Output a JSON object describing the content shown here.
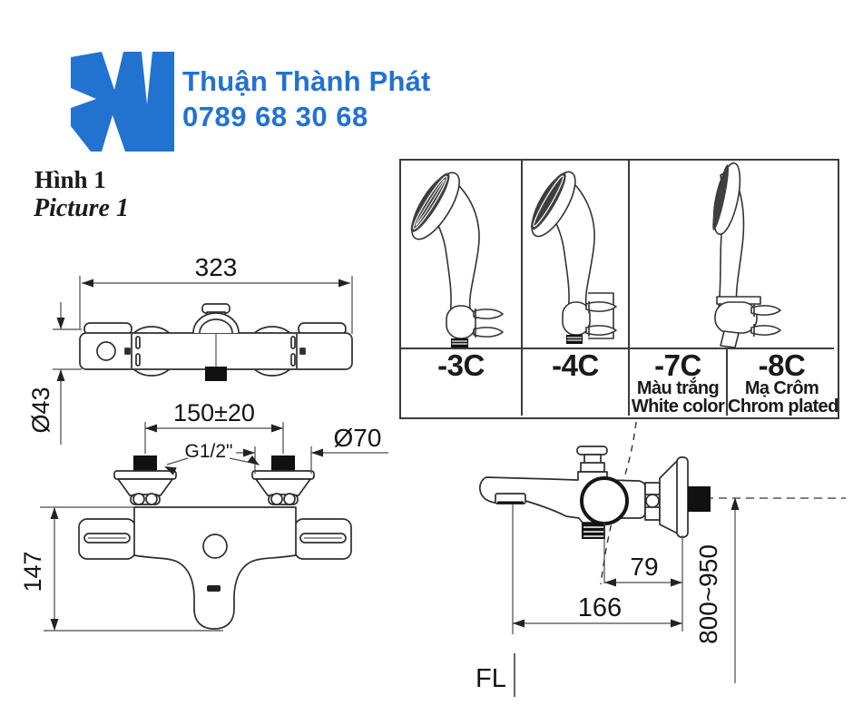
{
  "header": {
    "company_name": "Thuận Thành Phát",
    "phone": "0789 68 30 68"
  },
  "figure_caption": {
    "vi": "Hình 1",
    "en": "Picture 1"
  },
  "colors": {
    "brand_blue": "#2272d0",
    "line_dark": "#2e2e2e",
    "table_border": "#3b3b3b"
  },
  "variant_table": {
    "cells": [
      {
        "code": "-3C",
        "line2": "",
        "line3": ""
      },
      {
        "code": "-4C",
        "line2": "",
        "line3": ""
      },
      {
        "code": "-7C",
        "line2": "Màu trắng",
        "line3": "White color"
      },
      {
        "code": "-8C",
        "line2": "Mạ Crôm",
        "line3": "Chrom plated"
      }
    ]
  },
  "dimensions": {
    "top_view_width": "323",
    "body_diameter": "Ø43",
    "mount_spacing": "150±20",
    "thread_size": "G1/2\"",
    "flange_diameter": "Ø70",
    "body_height": "147",
    "spout_offset": "79",
    "spout_reach": "166",
    "install_height": "800~950",
    "floor_line": "FL"
  }
}
